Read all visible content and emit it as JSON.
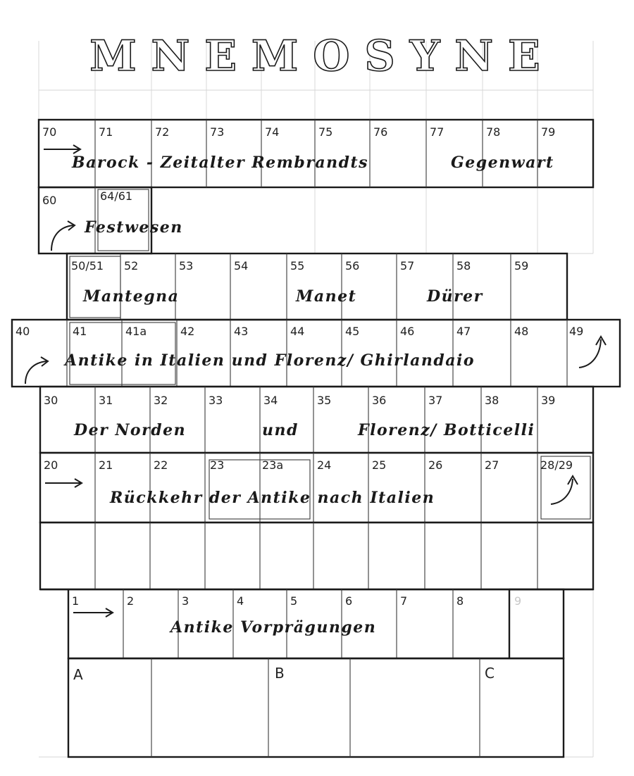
{
  "title": "M N E M O S Y N E",
  "rows": [
    {
      "theme": "Barock - Zeitalter Rembrandts",
      "theme2": "Gegenwart",
      "cells": [
        "70",
        "71",
        "72",
        "73",
        "74",
        "75",
        "76",
        "77",
        "78",
        "79"
      ]
    },
    {
      "theme": "Festwesen",
      "cells": [
        "60",
        "64/61"
      ]
    },
    {
      "theme": "Mantegna",
      "theme2": "Manet",
      "theme3": "Dürer",
      "cells": [
        "50/51",
        "52",
        "53",
        "54",
        "55",
        "56",
        "57",
        "58",
        "59"
      ]
    },
    {
      "theme": "Antike in Italien und Florenz/ Ghirlandaio",
      "cells": [
        "40",
        "41",
        "41a",
        "42",
        "43",
        "44",
        "45",
        "46",
        "47",
        "48",
        "49"
      ]
    },
    {
      "theme": "Der Norden",
      "theme2": "und",
      "theme3": "Florenz/ Botticelli",
      "cells": [
        "30",
        "31",
        "32",
        "33",
        "34",
        "35",
        "36",
        "37",
        "38",
        "39"
      ]
    },
    {
      "theme": "Rückkehr der Antike nach Italien",
      "cells": [
        "20",
        "21",
        "22",
        "23",
        "23a",
        "24",
        "25",
        "26",
        "27",
        "28/29"
      ]
    },
    {
      "theme": "Antike Vorprägungen",
      "cells": [
        "1",
        "2",
        "3",
        "4",
        "5",
        "6",
        "7",
        "8",
        "9"
      ]
    }
  ],
  "bottom_sections": [
    "A",
    "B",
    "C"
  ]
}
